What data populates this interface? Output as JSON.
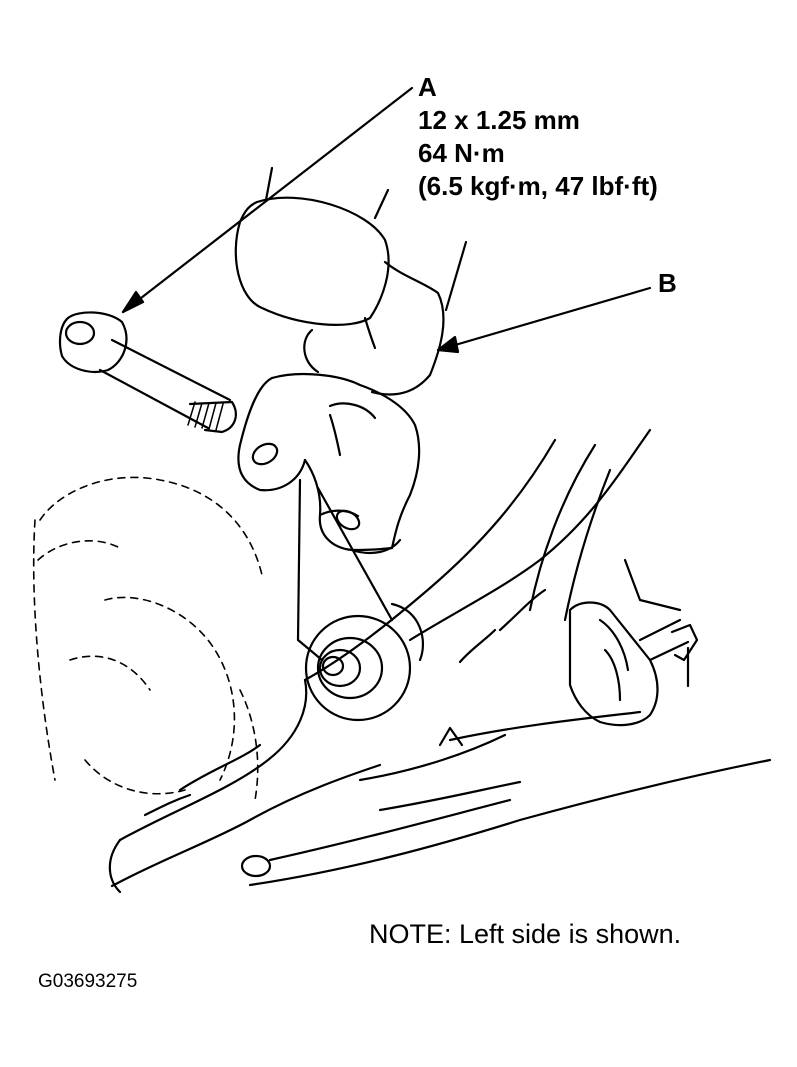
{
  "callouts": {
    "a": {
      "label": "A",
      "thread": "12 x 1.25 mm",
      "torque_nm": "64 N·m",
      "torque_alt": "(6.5 kgf·m, 47 lbf·ft)"
    },
    "b": {
      "label": "B"
    }
  },
  "note": "NOTE: Left side is shown.",
  "figure_id": "G03693275"
}
